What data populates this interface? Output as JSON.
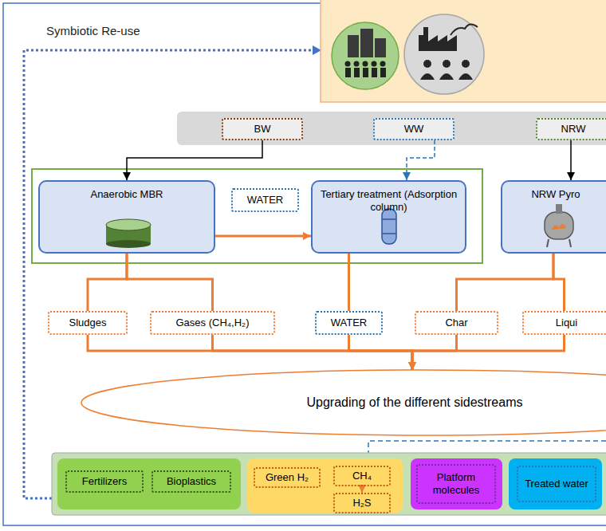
{
  "diagram": {
    "nodes": [
      {
        "text": [
          "BW"
        ]
      },
      {
        "text": [
          "WW"
        ]
      },
      {
        "text": [
          "NRW"
        ]
      },
      {
        "text": [
          "Anaerobic MBR"
        ]
      },
      {
        "text": [
          "WATER"
        ]
      },
      {
        "text": [
          "Tertiary treatment (Adsorption column)"
        ]
      },
      {
        "text": [
          "NRW Pyro"
        ]
      },
      {
        "text": [
          "Sludges"
        ]
      },
      {
        "text": [
          "Gases (CH₄,H₂)"
        ]
      },
      {
        "text": [
          "WATER"
        ]
      },
      {
        "text": [
          "Char"
        ]
      },
      {
        "text": [
          "Liqui"
        ]
      },
      {
        "text": [
          "Upgrading of the different sidestreams"
        ]
      },
      {
        "text": [
          "Fertilizers"
        ]
      },
      {
        "text": [
          "Bioplastics"
        ]
      },
      {
        "text": [
          "Green H₂"
        ]
      },
      {
        "text": [
          "CH₄"
        ]
      },
      {
        "text": [
          "H₂S"
        ]
      },
      {
        "text": [
          "Platform molecules"
        ]
      },
      {
        "text": [
          "Treated water"
        ]
      }
    ],
    "edges": [
      {
        "from": 0,
        "to": 3,
        "arrow": "to"
      },
      {
        "from": 1,
        "to": 5,
        "arrow": "to"
      },
      {
        "from": 2,
        "to": 6,
        "arrow": "to"
      },
      {
        "from": 3,
        "to": 5,
        "arrow": "to"
      },
      {
        "from": 3,
        "to": 7,
        "arrow": "none"
      },
      {
        "from": 3,
        "to": 8,
        "arrow": "none"
      },
      {
        "from": 5,
        "to": 9,
        "arrow": "none"
      },
      {
        "from": 6,
        "to": 10,
        "arrow": "none"
      },
      {
        "from": 6,
        "to": 11,
        "arrow": "none"
      },
      {
        "from": 7,
        "to": 12,
        "arrow": "to"
      },
      {
        "from": 8,
        "to": 12,
        "arrow": "to"
      },
      {
        "from": 9,
        "to": 12,
        "arrow": "to"
      },
      {
        "from": 10,
        "to": 12,
        "arrow": "to"
      },
      {
        "from": 11,
        "to": 12,
        "arrow": "to"
      },
      {
        "from": 16,
        "to": 17,
        "arrow": "to"
      }
    ],
    "labels": [
      "Symbiotic Re-use"
    ]
  }
}
